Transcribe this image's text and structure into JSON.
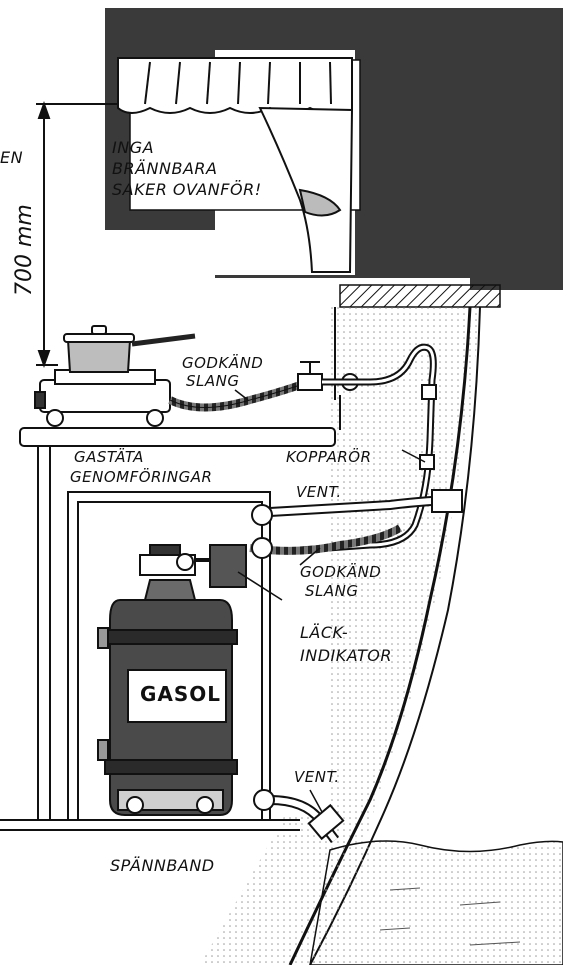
{
  "labels": {
    "edge_fragment": "EN",
    "no_combustibles_line1": "INGA",
    "no_combustibles_line2": "BRÄNNBARA",
    "no_combustibles_line3": "SAKER OVANFÖR!",
    "distance": "700 mm",
    "approved_hose_top_line1": "GODKÄND",
    "approved_hose_top_line2": "SLANG",
    "copper_pipe": "KOPPARÖR",
    "gastight_line1": "GASTÄTA",
    "gastight_line2": "GENOMFÖRINGAR",
    "vent_upper": "VENT.",
    "approved_hose_lower_line1": "GODKÄND",
    "approved_hose_lower_line2": "SLANG",
    "leak_indicator_line1": "LÄCK-",
    "leak_indicator_line2": "INDIKATOR",
    "gas_bottle": "GASOL",
    "vent_lower": "VENT.",
    "strap": "SPÄNNBAND"
  },
  "colors": {
    "ink": "#111111",
    "wall_dark": "#3a3a3a",
    "hull_shade": "#e6e6e6",
    "water": "#d8d8d8",
    "bottle": "#4a4a4a"
  }
}
